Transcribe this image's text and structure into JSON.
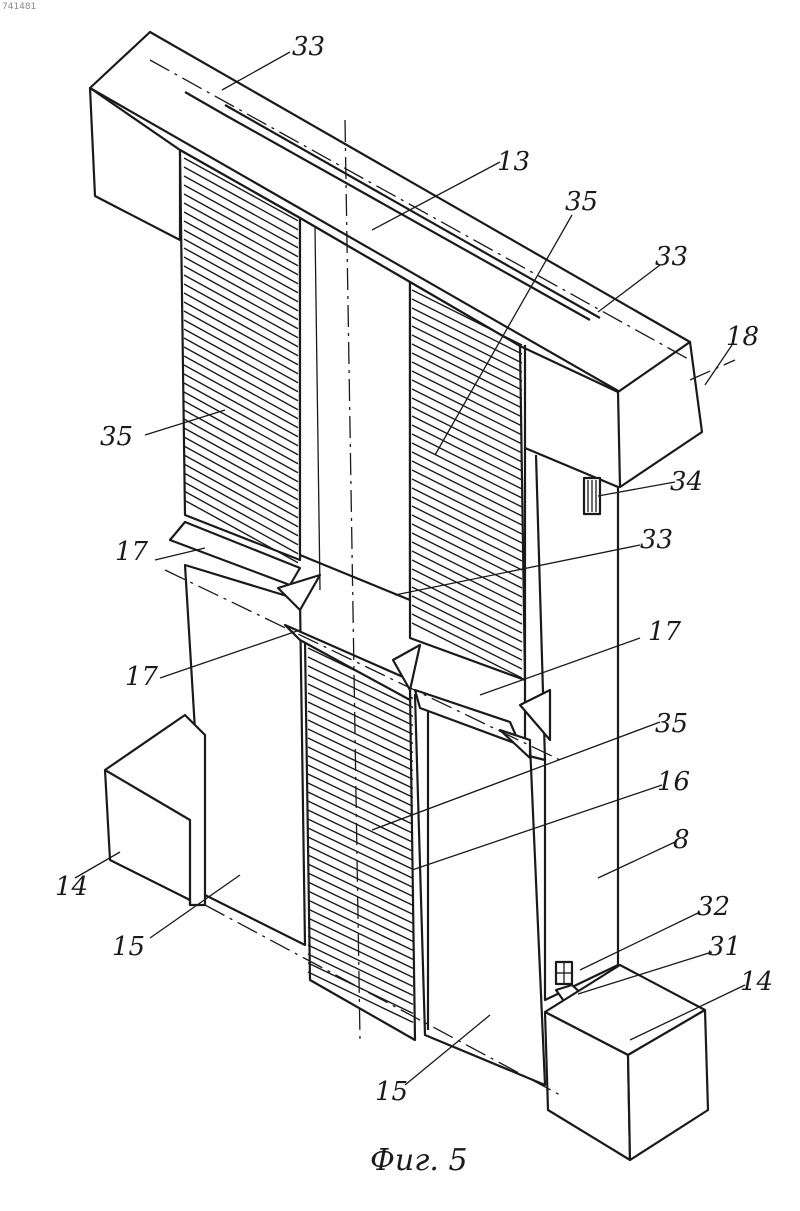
{
  "figure": {
    "corner_code": "741481",
    "caption": "Фиг. 5",
    "labels": {
      "l33_top": "33",
      "l13": "13",
      "l35_top": "35",
      "l33_right": "33",
      "l18": "18",
      "l35_left": "35",
      "l34": "34",
      "l17_left_upper": "17",
      "l33_mid": "33",
      "l17_left_lower": "17",
      "l17_right": "17",
      "l35_mid": "35",
      "l16": "16",
      "l8": "8",
      "l14_left": "14",
      "l15_left": "15",
      "l32": "32",
      "l31": "31",
      "l14_right": "14",
      "l15_bottom": "15"
    }
  }
}
